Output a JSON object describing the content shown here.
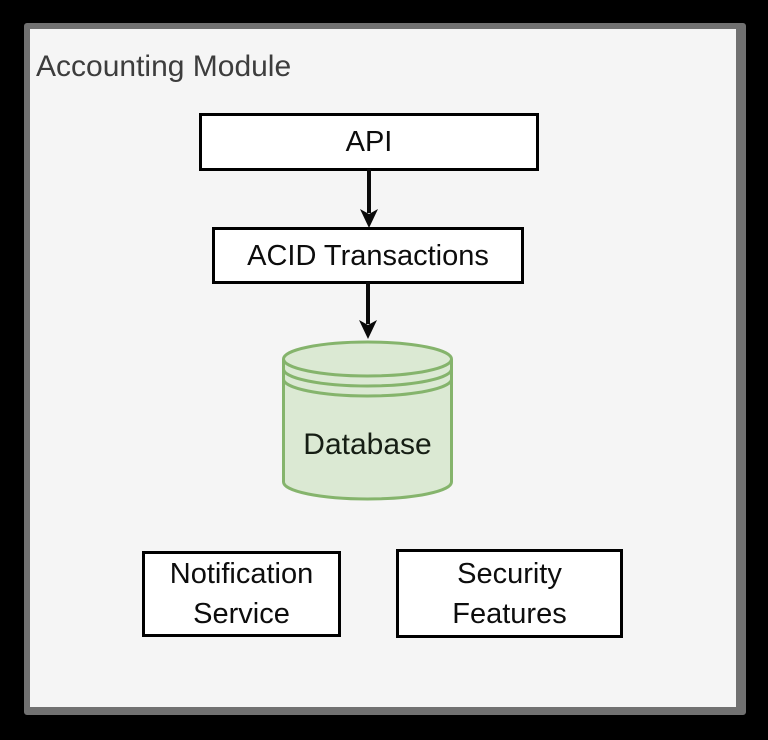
{
  "diagram": {
    "container_label": "Accounting Module",
    "nodes": {
      "api": {
        "label": "API"
      },
      "acid": {
        "label": "ACID Transactions"
      },
      "database": {
        "label": "Database"
      },
      "notification": {
        "label": "Notification Service"
      },
      "security": {
        "label": "Security Features"
      }
    },
    "edges": [
      {
        "from": "api",
        "to": "acid"
      },
      {
        "from": "acid",
        "to": "database"
      }
    ],
    "colors": {
      "canvas_bg": "#000000",
      "panel_bg": "#f5f5f5",
      "panel_border": "#717171",
      "node_bg": "#ffffff",
      "node_border": "#000000",
      "node_text": "#0d0d0d",
      "title_text": "#3d3d3d",
      "db_fill": "#dbe9d3",
      "db_stroke": "#85b46c",
      "db_text": "#161e14",
      "arrow": "#0a0a0a"
    }
  }
}
